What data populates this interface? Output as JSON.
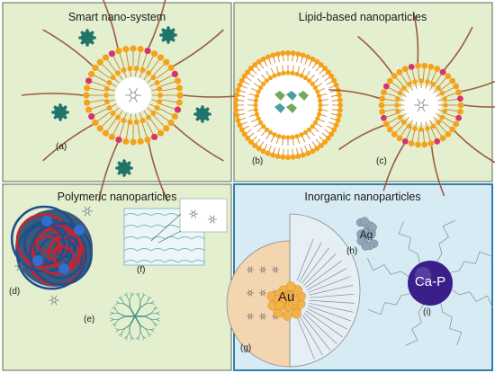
{
  "panels": {
    "smart": {
      "title": "Smart nano-system",
      "label": "(a)"
    },
    "lipid": {
      "title": "Lipid-based nanoparticles",
      "label_b": "(b)",
      "label_c": "(c)"
    },
    "polymeric": {
      "title": "Polymeric nanoparticles",
      "label_d": "(d)",
      "label_e": "(e)",
      "label_f": "(f)"
    },
    "inorganic": {
      "title": "Inorganic nanoparticles",
      "label_g": "(g)",
      "label_h": "(h)",
      "label_i": "(i)",
      "au_text": "Au",
      "ag_text": "Ag",
      "cap_text": "Ca-P"
    }
  },
  "colors": {
    "panel_green": "#e3efcf",
    "panel_blue": "#d7ebf4",
    "lipid_orange": "#f5a21a",
    "lipid_dark": "#c77a12",
    "peg_brown": "#9c5a3c",
    "ligand_teal": "#20746a",
    "head_red": "#d8336a",
    "polymer_red": "#c8222e",
    "polymer_blue": "#1f4e8c",
    "dendrimer_teal": "#3f8f86",
    "gold": "#f3b24a",
    "silver": "#8fa6b8",
    "cap_purple": "#3a1f8a"
  }
}
